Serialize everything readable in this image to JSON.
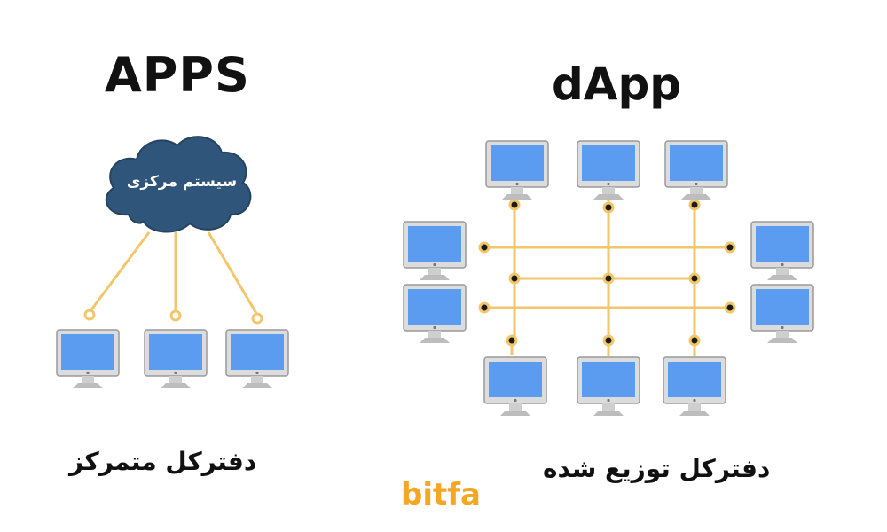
{
  "left": {
    "title": "APPS",
    "cloud_label": "سیستم مرکزی",
    "caption": "دفترکل متمرکز"
  },
  "right": {
    "title": "dApp",
    "caption": "دفترکل توزیع شده"
  },
  "brand": "bitfa",
  "colors": {
    "link": "#f2c66b",
    "cloud": "#2f557a",
    "screen": "#5b9bf0",
    "monitor": "#e3e3e3",
    "brand": "#f5a623"
  }
}
